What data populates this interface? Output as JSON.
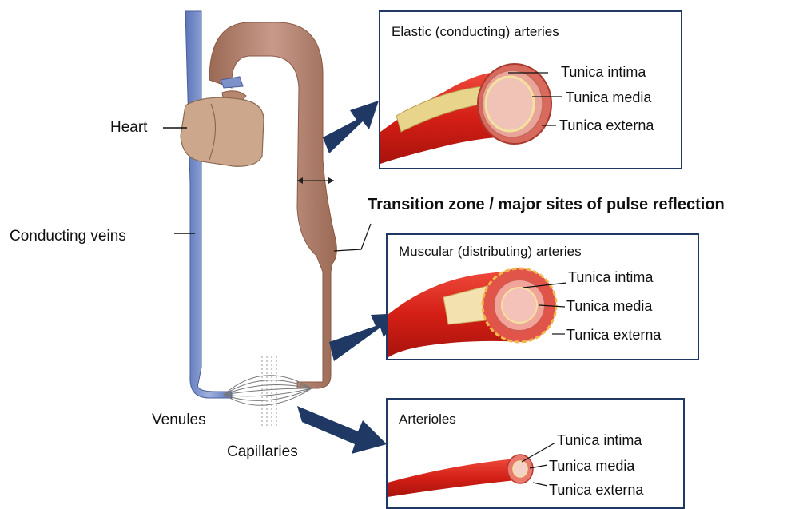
{
  "labels": {
    "heart": "Heart",
    "conducting_veins": "Conducting veins",
    "venules": "Venules",
    "capillaries": "Capillaries",
    "transition_zone": "Transition zone / major sites of pulse reflection"
  },
  "panels": {
    "elastic": {
      "title": "Elastic (conducting) arteries",
      "intima": "Tunica intima",
      "media": "Tunica media",
      "externa": "Tunica externa"
    },
    "muscular": {
      "title": "Muscular (distributing) arteries",
      "intima": "Tunica intima",
      "media": "Tunica media",
      "externa": "Tunica externa"
    },
    "arterioles": {
      "title": "Arterioles",
      "intima": "Tunica intima",
      "media": "Tunica media",
      "externa": "Tunica externa"
    }
  },
  "colors": {
    "vein": "#7d92c9",
    "artery_tan": "#b6866e",
    "heart": "#c9a58c",
    "vessel_red": "#d9261c",
    "panel_border": "#1f3864",
    "arrow": "#1f3864"
  }
}
